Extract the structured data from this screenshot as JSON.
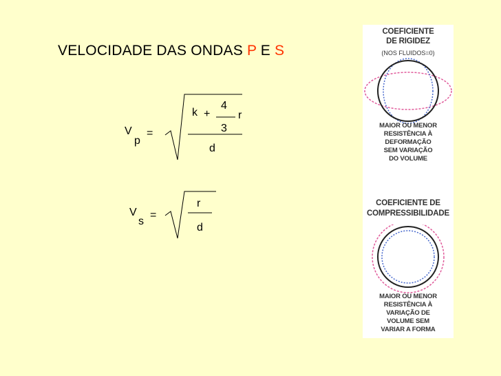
{
  "title": {
    "prefix": "VELOCIDADE DAS ONDAS ",
    "p": "P",
    "e": " E ",
    "s": "S",
    "highlight_color": "#FF3300"
  },
  "formula_p": {
    "v": "V",
    "sub": "p",
    "eq": "=",
    "k": "k",
    "plus": "+",
    "num": "4",
    "den": "3",
    "r": "r",
    "d": "d"
  },
  "formula_s": {
    "v": "V",
    "sub": "s",
    "eq": "=",
    "r": "r",
    "d": "d"
  },
  "panel": {
    "rigidity_title_1": "COEFICIENTE",
    "rigidity_title_2": "DE RIGIDEZ",
    "rigidity_note": "(NOS FLUIDOS=0)",
    "rigidity_desc": [
      "MAIOR OU MENOR",
      "RESISTÊNCIA À",
      "DEFORMAÇÃO",
      "SEM VARIAÇÃO",
      "DO VOLUME"
    ],
    "compress_title_1": "COEFICIENTE  DE",
    "compress_title_2": "COMPRESSIBILIDADE",
    "compress_desc": [
      "MAIOR OU MENOR",
      "RESISTÊNCIA À",
      "VARIAÇÃO DE",
      "VOLUME SEM",
      "VARIAR A FORMA"
    ],
    "solid_color": "#222222",
    "ellipse_pink": "#E05A9A",
    "ellipse_blue": "#4466CC"
  }
}
